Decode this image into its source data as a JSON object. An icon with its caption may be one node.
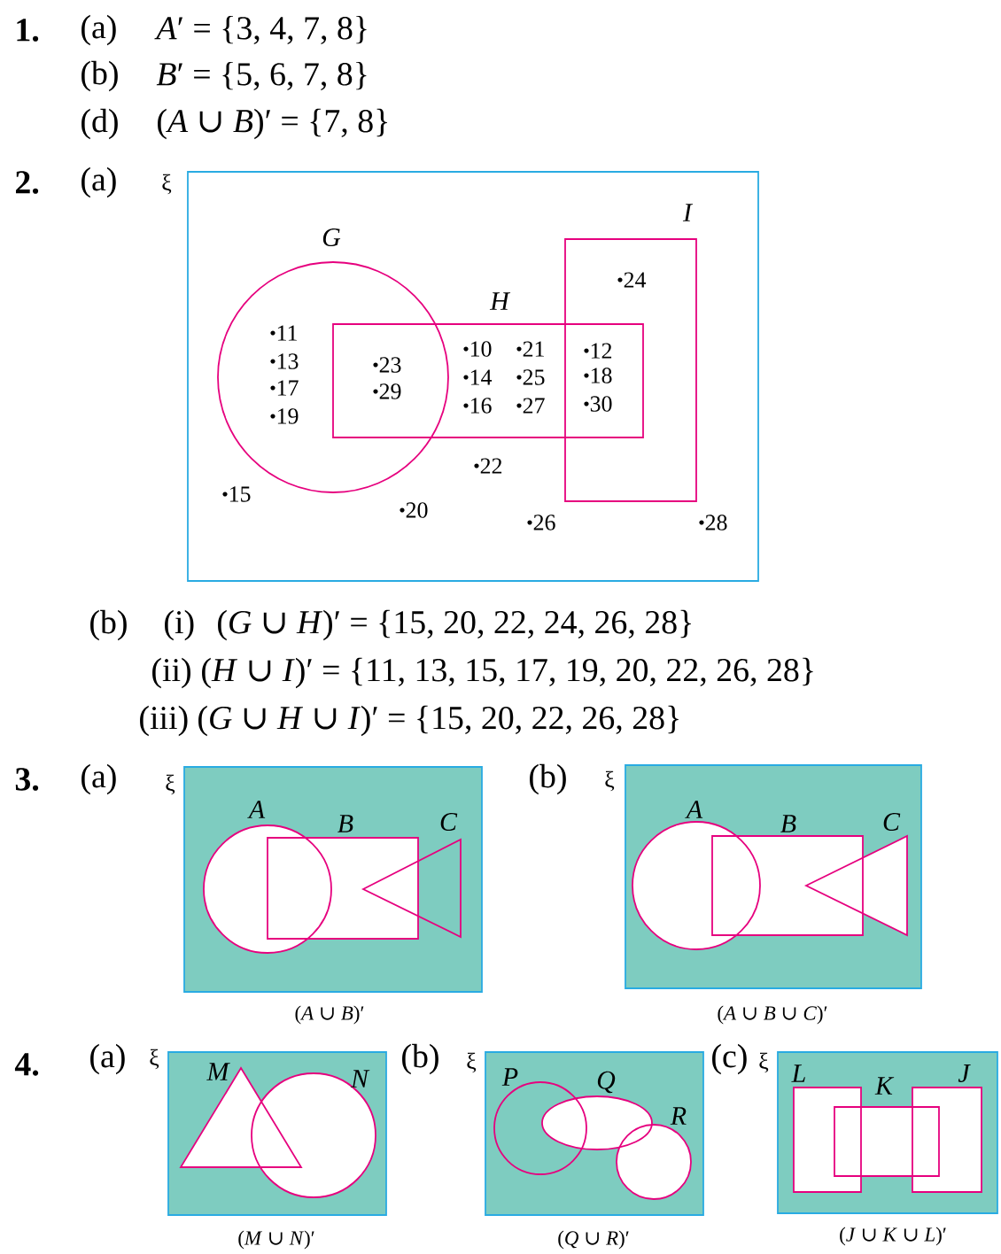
{
  "diagram": {
    "nodes": [
      {
        "text": [
          "ξ"
        ]
      },
      {
        "text": [
          "G"
        ],
        "in": 0
      },
      {
        "text": [
          "H"
        ],
        "in": 0
      },
      {
        "text": [
          "I"
        ],
        "in": 0
      },
      {
        "text": [
          "ξ"
        ],
        "beside": [
          "(*A* ∪ *B*)′"
        ]
      },
      {
        "text": [
          "A"
        ],
        "in": 4
      },
      {
        "text": [
          "B"
        ],
        "in": 4
      },
      {
        "text": [
          "C"
        ],
        "in": 4
      },
      {
        "text": [
          "ξ"
        ],
        "beside": [
          "(*A* ∪ *B* ∪ *C*)′"
        ]
      },
      {
        "text": [
          "A"
        ],
        "in": 8
      },
      {
        "text": [
          "B"
        ],
        "in": 8
      },
      {
        "text": [
          "C"
        ],
        "in": 8
      },
      {
        "text": [
          "ξ"
        ],
        "beside": [
          "(*M* ∪ *N*)′"
        ]
      },
      {
        "text": [
          "M"
        ],
        "in": 12
      },
      {
        "text": [
          "N"
        ],
        "in": 12
      },
      {
        "text": [
          "ξ"
        ],
        "beside": [
          "(*Q* ∪ *R*)′"
        ]
      },
      {
        "text": [
          "P"
        ],
        "in": 15
      },
      {
        "text": [
          "Q"
        ],
        "in": 15
      },
      {
        "text": [
          "R"
        ],
        "in": 15
      },
      {
        "text": [
          "ξ"
        ],
        "beside": [
          "(*J* ∪ *K* ∪ *L*)′"
        ]
      },
      {
        "text": [
          "L"
        ],
        "in": 19
      },
      {
        "text": [
          "K"
        ],
        "in": 19
      },
      {
        "text": [
          "J"
        ],
        "in": 19
      }
    ],
    "labels": [
      "1.",
      "(a)",
      "*A*′ = {3, 4, 7, 8}",
      "(b)",
      "*B*′ = {5, 6, 7, 8}",
      "(d)",
      "(*A* ∪ *B*)′ = {7, 8}",
      "2.",
      "(a)",
      "24",
      "11",
      "10",
      "21",
      "12",
      "13",
      "23",
      "14",
      "25",
      "18",
      "17",
      "29",
      "16",
      "27",
      "30",
      "19",
      "22",
      "15",
      "20",
      "26",
      "28",
      "(b)",
      "(i)",
      "(*G* ∪ *H*)′ = {15, 20, 22, 24, 26, 28}",
      "(ii)",
      "(*H* ∪ *I*)′ = {11, 13, 15, 17, 19, 20, 22, 26, 28}",
      "(iii)",
      "(*G* ∪ *H* ∪ *I*)′ = {15, 20, 22, 26, 28}",
      "3.",
      "(a)",
      "(b)",
      "4.",
      "(a)",
      "(b)",
      "(c)"
    ]
  }
}
